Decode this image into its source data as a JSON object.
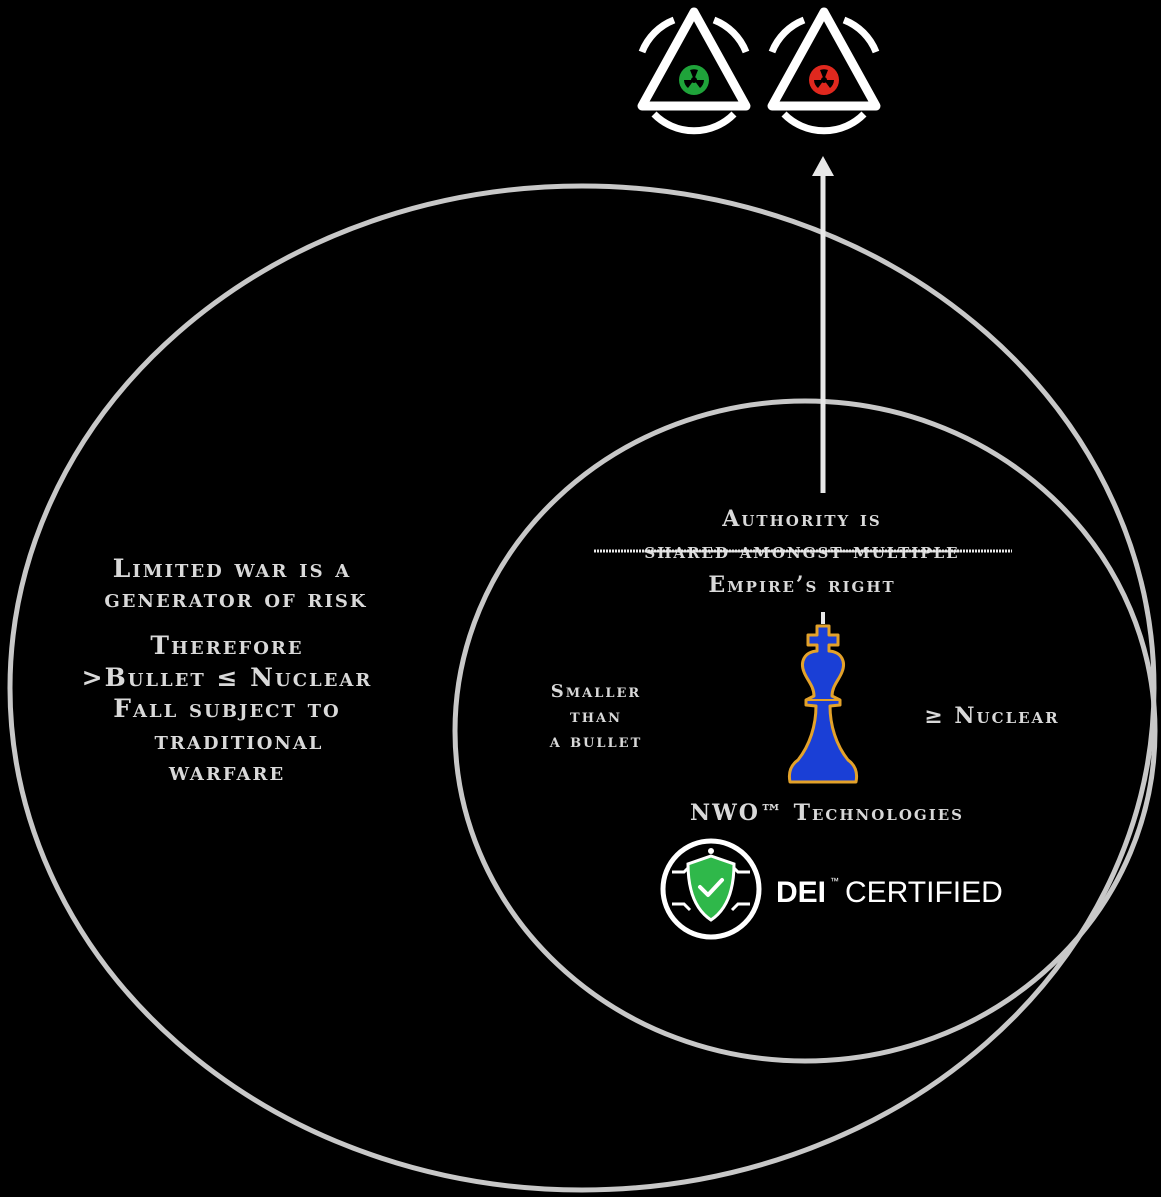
{
  "outer_label": {
    "lines_1": [
      "Limited war is a",
      "generator of risk"
    ],
    "lines_2": [
      "Therefore",
      ">Bullet ≤ Nuclear",
      "Fall subject to",
      "traditional",
      "warfare"
    ]
  },
  "inner_label": {
    "authority_line": "Authority is",
    "struck_line": "shared amongst multiple",
    "right_line": "Empire’s right"
  },
  "scale": {
    "left_lines": [
      "Smaller",
      "than",
      "a bullet"
    ],
    "right_text": "≥ Nuclear"
  },
  "nwo_label": "NWO™ Technologies",
  "badge": {
    "bold_text": "DEI",
    "tm": "™",
    "light_text": "CERTIFIED"
  },
  "colors": {
    "background": "#000000",
    "circle_stroke": "#c8c8c8",
    "text": "#d9d9d9",
    "chess_piece_fill": "#1a3fd6",
    "chess_piece_outline": "#e3a22a",
    "shield_green": "#2fb84a",
    "radiation_green": "#1fa33a",
    "radiation_red": "#e0281e"
  },
  "icons": [
    "radiation-green-triangle-icon",
    "radiation-red-triangle-icon",
    "chess-king-icon",
    "shield-check-icon"
  ]
}
